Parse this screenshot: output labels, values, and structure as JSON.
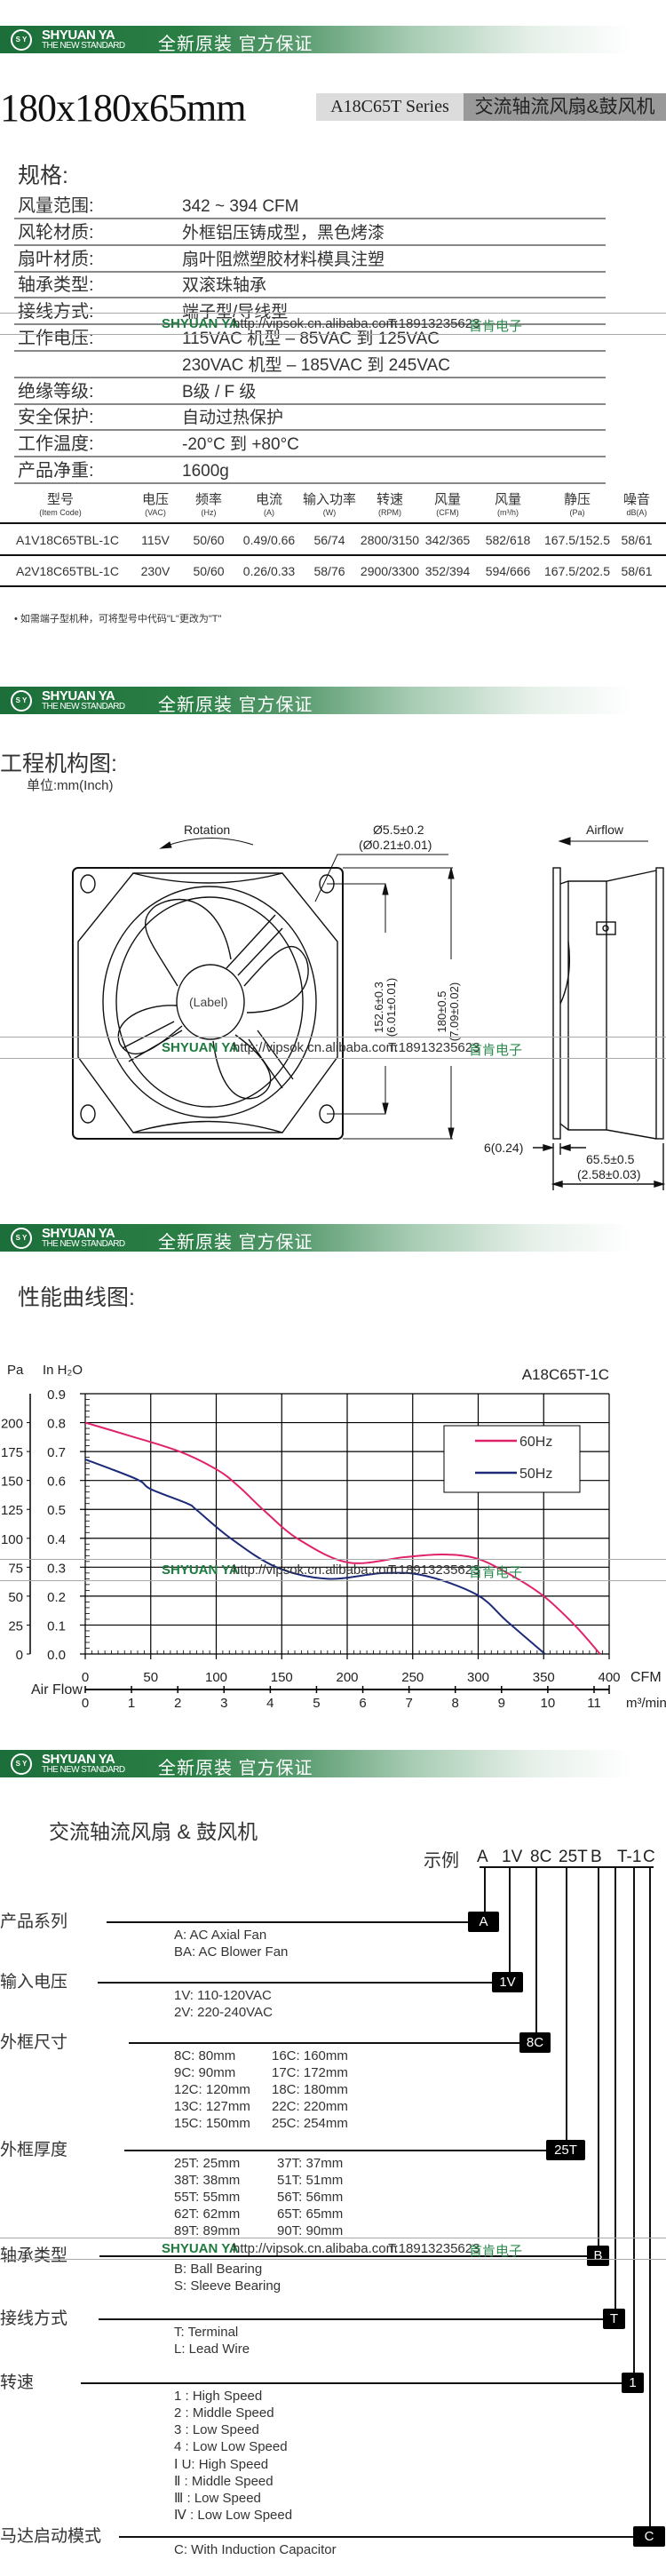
{
  "header": {
    "logo": "S Y",
    "brand": "SHYUAN  YA",
    "tagline": "THE NEW STANDARD",
    "slogan": "全新原装  官方保证",
    "color": "#1c6e3a"
  },
  "watermark": {
    "brand": "SHYUAN YA",
    "url": "http://vipsok.cn.alibaba.com",
    "phone": "T:18913235623",
    "company": "首肯电子"
  },
  "title": {
    "size": "180x180x65mm",
    "series": "A18C65T Series",
    "type": "交流轴流风扇&鼓风机"
  },
  "specs": {
    "heading": "规格:",
    "rows": [
      {
        "label": "风量范围:",
        "value": "342 ~ 394 CFM"
      },
      {
        "label": "风轮材质:",
        "value": "外框铝压铸成型，黑色烤漆"
      },
      {
        "label": "扇叶材质:",
        "value": "扇叶阻燃塑胶材料模具注塑"
      },
      {
        "label": "轴承类型:",
        "value": "双滚珠轴承"
      },
      {
        "label": "接线方式:",
        "value": "端子型/导线型"
      },
      {
        "label": "工作电压:",
        "value": "115VAC 机型  –  85VAC 到 125VAC"
      },
      {
        "label": "",
        "value": "230VAC 机型  –  185VAC 到 245VAC"
      },
      {
        "label": "绝缘等级:",
        "value": "B级 / F 级"
      },
      {
        "label": "安全保护:",
        "value": "自动过热保护"
      },
      {
        "label": "工作温度:",
        "value": "-20°C 到 +80°C"
      },
      {
        "label": "产品净重:",
        "value": "1600g"
      }
    ]
  },
  "table": {
    "columns": [
      {
        "name": "型号",
        "unit": "(Item Code)"
      },
      {
        "name": "电压",
        "unit": "(VAC)"
      },
      {
        "name": "频率",
        "unit": "(Hz)"
      },
      {
        "name": "电流",
        "unit": "(A)"
      },
      {
        "name": "输入功率",
        "unit": "(W)"
      },
      {
        "name": "转速",
        "unit": "(RPM)"
      },
      {
        "name": "风量",
        "unit": "(CFM)"
      },
      {
        "name": "风量",
        "unit": "(m³/h)"
      },
      {
        "name": "静压",
        "unit": "(Pa)"
      },
      {
        "name": "噪音",
        "unit": "dB(A)"
      }
    ],
    "rows": [
      [
        "A1V18C65TBL-1C",
        "115V",
        "50/60",
        "0.49/0.66",
        "56/74",
        "2800/3150",
        "342/365",
        "582/618",
        "167.5/152.5",
        "58/61"
      ],
      [
        "A2V18C65TBL-1C",
        "230V",
        "50/60",
        "0.26/0.33",
        "58/76",
        "2900/3300",
        "352/394",
        "594/666",
        "167.5/202.5",
        "58/61"
      ]
    ],
    "note": "• 如需端子型机种，可将型号中代码\"L\"更改为\"T\""
  },
  "drawing": {
    "heading": "工程机构图:",
    "unit": "单位:mm(Inch)",
    "rotation": "Rotation",
    "airflow": "Airflow",
    "hole": "Ø5.5±0.2",
    "hole_in": "(Ø0.21±0.01)",
    "label": "(Label)",
    "pitch": "152.6±0.3",
    "pitch_in": "(6.01±0.01)",
    "size": "180±0.5",
    "size_in": "(7.09±0.02)",
    "flange": "6(0.24)",
    "depth": "65.5±0.5",
    "depth_in": "(2.58±0.03)"
  },
  "performance": {
    "heading": "性能曲线图:"
  },
  "chart_data": {
    "type": "line",
    "title": "A18C65T-1C",
    "ylabel_left": "Pa",
    "ylabel": "In H₂O",
    "xlabel": "Air Flow",
    "x_unit": "CFM",
    "x2_unit": "m³/min",
    "xlim": [
      0,
      400
    ],
    "ylim": [
      0,
      0.9
    ],
    "x_ticks": [
      0,
      50,
      100,
      150,
      200,
      250,
      300,
      350,
      400
    ],
    "y_ticks": [
      "0.0",
      "0.1",
      "0.2",
      "0.3",
      "0.4",
      "0.5",
      "0.6",
      "0.7",
      "0.8",
      "0.9"
    ],
    "pa_ticks": [
      "0",
      "25",
      "50",
      "75",
      "100",
      "125",
      "150",
      "175",
      "200"
    ],
    "x2_ticks": [
      "0",
      "1",
      "2",
      "3",
      "4",
      "5",
      "6",
      "7",
      "8",
      "9",
      "10",
      "11"
    ],
    "grid": true,
    "legend": "top-right",
    "series": [
      {
        "name": "60Hz",
        "color": "#e0226a",
        "x": [
          0,
          32,
          72,
          101,
          117,
          138,
          163,
          201,
          244,
          273,
          299,
          325,
          350,
          374,
          393
        ],
        "y": [
          0.8,
          0.757,
          0.7,
          0.636,
          0.58,
          0.49,
          0.396,
          0.316,
          0.335,
          0.344,
          0.33,
          0.273,
          0.2,
          0.098,
          0.0
        ]
      },
      {
        "name": "50Hz",
        "color": "#1c2a78",
        "x": [
          0,
          39,
          50,
          78,
          85,
          111,
          146,
          185,
          228,
          260,
          299,
          322,
          351
        ],
        "y": [
          0.673,
          0.605,
          0.57,
          0.52,
          0.498,
          0.4,
          0.3,
          0.26,
          0.28,
          0.27,
          0.205,
          0.113,
          0.0
        ]
      }
    ]
  },
  "partnumber": {
    "heading": "交流轴流风扇  &  鼓风机",
    "example_label": "示例",
    "example_codes": [
      "A",
      "1V",
      "8C",
      "25T",
      "B",
      "T-1",
      "C"
    ],
    "groups": [
      {
        "category": "产品系列",
        "code": "A",
        "items": [
          "A:    AC Axial Fan",
          "BA:  AC Blower Fan"
        ]
      },
      {
        "category": "输入电压",
        "code": "1V",
        "items": [
          "1V:  110-120VAC",
          "2V:  220-240VAC"
        ]
      },
      {
        "category": "外框尺寸",
        "code": "8C",
        "items": [
          "8C:    80mm",
          "9C:    90mm",
          "12C: 120mm",
          "13C: 127mm",
          "15C: 150mm"
        ],
        "items2": [
          "16C:  160mm",
          "17C:  172mm",
          "18C:   180mm",
          "22C:  220mm",
          "25C:  254mm"
        ]
      },
      {
        "category": "外框厚度",
        "code": "25T",
        "items": [
          "25T:  25mm",
          "38T:  38mm",
          "55T:  55mm",
          "62T:  62mm",
          "89T:  89mm"
        ],
        "items2": [
          "37T:  37mm",
          "51T:  51mm",
          "56T:  56mm",
          "65T:  65mm",
          "90T:  90mm"
        ]
      },
      {
        "category": "轴承类型",
        "code": "B",
        "items": [
          "B:  Ball Bearing",
          "S:  Sleeve Bearing"
        ]
      },
      {
        "category": "接线方式",
        "code": "T",
        "items": [
          "T:  Terminal",
          "L:  Lead Wire"
        ]
      },
      {
        "category": "转速",
        "code": "1",
        "items": [
          "1 :  High Speed",
          "2 :  Middle Speed",
          "3 :  Low Speed",
          "4 :  Low Low Speed",
          "Ⅰ U:   High Speed",
          "Ⅱ :   Middle Speed",
          "Ⅲ :   Low Speed",
          "Ⅳ :   Low Low Speed"
        ]
      },
      {
        "category": "马达启动模式",
        "code": "C",
        "items": [
          "C: With Induction Capacitor"
        ]
      }
    ]
  }
}
